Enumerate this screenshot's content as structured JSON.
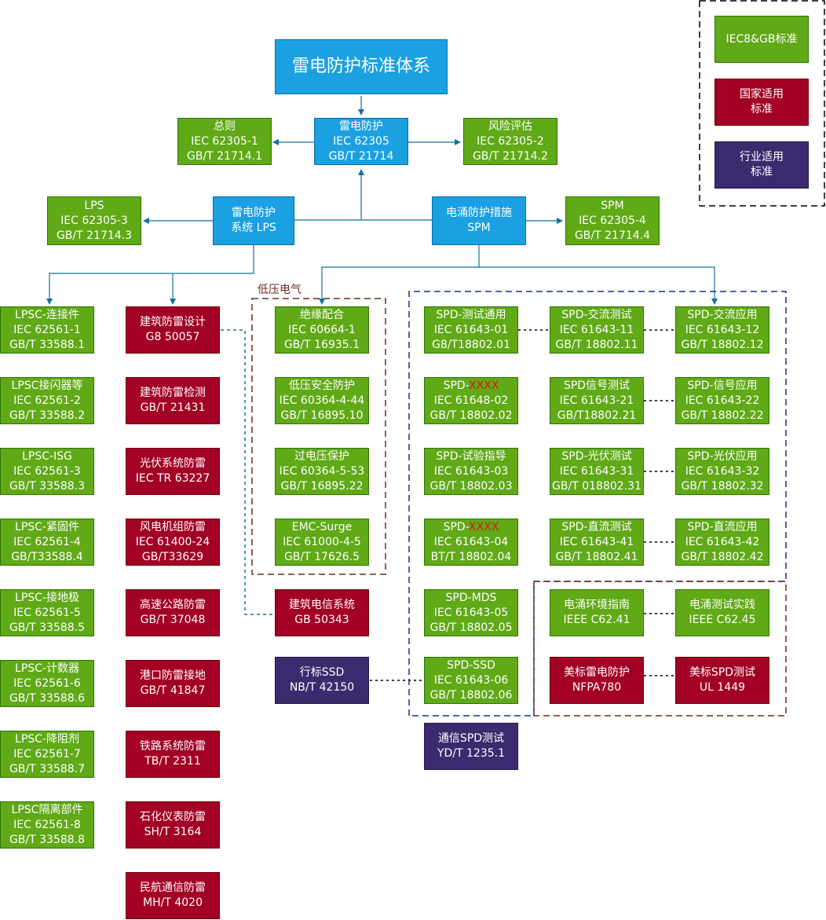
{
  "title": "雷电防护标准体系",
  "legend": {
    "green": "IEC8&GB标准",
    "red": [
      "国家适用",
      "标准"
    ],
    "purple": [
      "行业适用",
      "标准"
    ]
  },
  "colors": {
    "green": "#60a917",
    "red": "#a20025",
    "purple": "#3c2a6e",
    "blue": "#1ba1e2"
  },
  "top": {
    "core": [
      "雷电防护",
      "IEC 62305",
      "GB/T 21714"
    ],
    "general": [
      "总则",
      "IEC 62305-1",
      "GB/T 21714.1"
    ],
    "risk": [
      "风险评估",
      "IEC 62305-2",
      "GB/T 21714.2"
    ],
    "lps_system": [
      "雷电防护",
      "系统 LPS"
    ],
    "spm_system": [
      "电涌防护措施",
      "SPM"
    ],
    "lps": [
      "LPS",
      "IEC 62305-3",
      "GB/T 21714.3"
    ],
    "spm": [
      "SPM",
      "IEC 62305-4",
      "GB/T 21714.4"
    ]
  },
  "low_voltage_label": "低压电气",
  "lpsc": [
    [
      "LPSC-连接件",
      "IEC 62561-1",
      "GB/T 33588.1"
    ],
    [
      "LPSC接闪器等",
      "IEC 62561-2",
      "GB/T 33588.2"
    ],
    [
      "LPSC-ISG",
      "IEC 62561-3",
      "GB/T 33588.3"
    ],
    [
      "LPSC-紧固件",
      "IEC 62561-4",
      "GB/T33588.4"
    ],
    [
      "LPSC-接地极",
      "IEC 62561-5",
      "GB/T 33588.5"
    ],
    [
      "LPSC-计数器",
      "IEC 62561-6",
      "GB/T 33588.6"
    ],
    [
      "LPSC-降阻剂",
      "IEC 62561-7",
      "GB/T 33588.7"
    ],
    [
      "LPSC隔离部件",
      "IEC 62561-8",
      "GB/T 33588.8"
    ]
  ],
  "national": [
    [
      "建筑防雷设计",
      "G8 50057"
    ],
    [
      "建筑防雷检测",
      "GB/T 21431"
    ],
    [
      "光伏系统防雷",
      "IEC TR 63227"
    ],
    [
      "风电机组防雷",
      "IEC 61400-24",
      "GB/T33629"
    ],
    [
      "高速公路防雷",
      "GB/T 37048"
    ],
    [
      "港口防雷接地",
      "GB/T 41847"
    ],
    [
      "铁路系统防雷",
      "TB/T 2311"
    ],
    [
      "石化仪表防雷",
      "SH/T 3164"
    ],
    [
      "民航通信防雷",
      "MH/T 4020"
    ]
  ],
  "building_telecom": [
    "建筑电信系统",
    "GB 50343"
  ],
  "low_voltage": [
    [
      "绝缘配合",
      "IEC 60664-1",
      "GB/T 16935.1"
    ],
    [
      "低压安全防护",
      "IEC 60364-4-44",
      "GB/T 16895.10"
    ],
    [
      "过电压保护",
      "IEC 60364-5-53",
      "GB/T 16895.22"
    ],
    [
      "EMC-Surge",
      "IEC 61000-4-5",
      "GB/T 17626.5"
    ]
  ],
  "industry_ssd": [
    "行标SSD",
    "NB/T 42150"
  ],
  "telecom_spd": [
    "通信SPD测试",
    "YD/T 1235.1"
  ],
  "spd_col1": [
    {
      "l1": "SPD-测试通用",
      "l2": "IEC 61643-01",
      "l3": "G8/T18802.01"
    },
    {
      "l1": "SPD-",
      "x": "XXXX",
      "l2": "IEC 61648-02",
      "l3": "GB/T 18802.02"
    },
    {
      "l1": "SPD-试验指导",
      "l2": "IEC 61643-03",
      "l3": "GB/T 18802.03"
    },
    {
      "l1": "SPD-",
      "x": "XXXX",
      "l2": "IEC 61643-04",
      "l3": "BT/T 18802.04"
    },
    {
      "l1": "SPD-MDS",
      "l2": "IEC 61643-05",
      "l3": "GB/T 18802.05"
    },
    {
      "l1": "SPD-SSD",
      "l2": "IEC 61643-06",
      "l3": "GB/T 18802.06"
    }
  ],
  "spd_col2": [
    [
      "SPD-交流测试",
      "IEC 61643-11",
      "GB/T 18802.11"
    ],
    [
      "SPD信号测试",
      "IEC 61643-21",
      "GB/T18802.21"
    ],
    [
      "SPD-光伏测试",
      "IEC 61643-31",
      "GB/T 018802.31"
    ],
    [
      "SPD-直流测试",
      "IEC 61643-41",
      "GB/T 18802.41"
    ]
  ],
  "spd_col3": [
    [
      "SPD-交流应用",
      "IEC 61643-12",
      "GB/T 18802.12"
    ],
    [
      "SPD-信号应用",
      "IEC 61643-22",
      "GB/T 18802.22"
    ],
    [
      "SPD-光伏应用",
      "IEC 61643-32",
      "GB/T 18802.32"
    ],
    [
      "SPD-直流应用",
      "IEC 61643-42",
      "GB/T 18802.42"
    ]
  ],
  "ieee": [
    [
      "电涌环境指南",
      "IEEE C62.41"
    ],
    [
      "电涌测试实践",
      "IEEE C62.45"
    ]
  ],
  "us": [
    [
      "美标雷电防护",
      "NFPA780"
    ],
    [
      "美标SPD测试",
      "UL 1449"
    ]
  ]
}
